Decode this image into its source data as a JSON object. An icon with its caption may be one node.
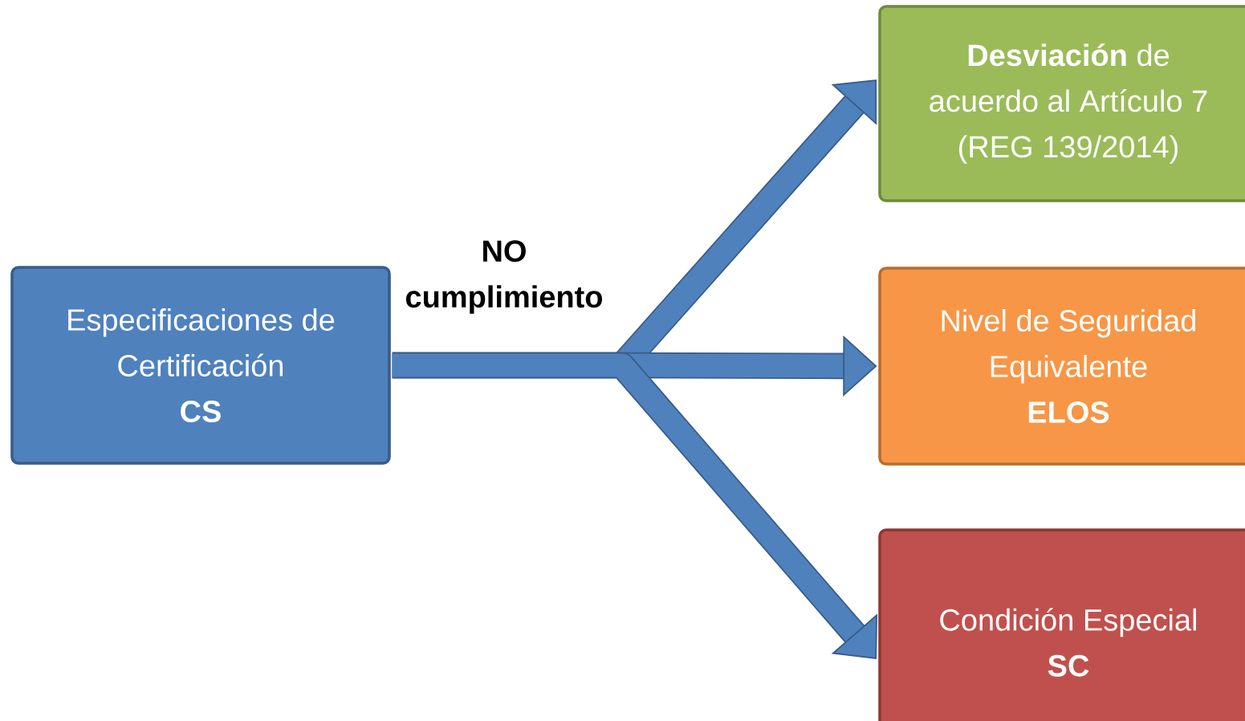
{
  "diagram": {
    "nodes": [
      {
        "text": [
          "Especificaciones de Certificación",
          "CS"
        ]
      },
      {
        "text": [
          "**Desviación** de acuerdo al Artículo 7 (REG 139/2014)"
        ]
      },
      {
        "text": [
          "Nivel de Seguridad Equivalente",
          "ELOS"
        ]
      },
      {
        "text": [
          "Condición Especial",
          "SC"
        ]
      }
    ],
    "edges": [
      {
        "from": 0,
        "to": 1,
        "arrow": "to"
      },
      {
        "from": 0,
        "to": 2,
        "arrow": "to"
      },
      {
        "from": 0,
        "to": 3,
        "arrow": "to"
      }
    ],
    "labels": [
      "NO cumplimiento"
    ]
  }
}
